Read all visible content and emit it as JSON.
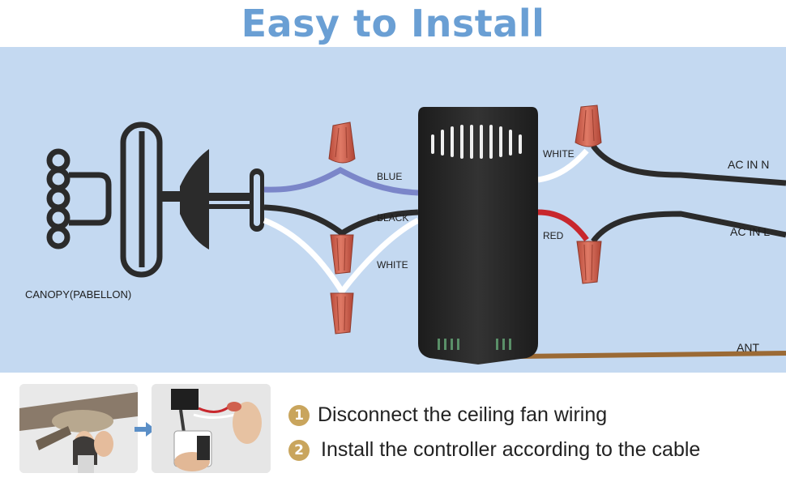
{
  "title": "Easy to Install",
  "diagram": {
    "canopy_label": "CANOPY(PABELLON)",
    "wire_labels": {
      "blue": "BLUE",
      "black": "BLACK",
      "white_left": "WHITE",
      "white_right": "WHITE",
      "red": "RED",
      "ac_in_n": "AC IN N",
      "ac_in_l": "AC IN L",
      "ant": "ANT"
    },
    "colors": {
      "panel_background": "#c4d9f1",
      "blue_wire": "#7b86c9",
      "black_wire": "#2b2b2b",
      "white_wire": "#ffffff",
      "red_wire": "#c8272d",
      "antenna_wire": "#9b6a35",
      "wire_nut": "#d0604e",
      "controller": "#2a2a2a",
      "title": "#6a9fd4",
      "step_badge": "#c9a55d"
    }
  },
  "steps": [
    {
      "number": "1",
      "text": "Disconnect the ceiling fan wiring"
    },
    {
      "number": "2",
      "text": "Install the controller according to the cable"
    }
  ],
  "icons": {
    "canopy": "ceiling-fan-canopy-icon",
    "wire_nut": "wire-nut-icon",
    "controller": "receiver-box-icon",
    "arrow": "right-arrow-icon"
  }
}
